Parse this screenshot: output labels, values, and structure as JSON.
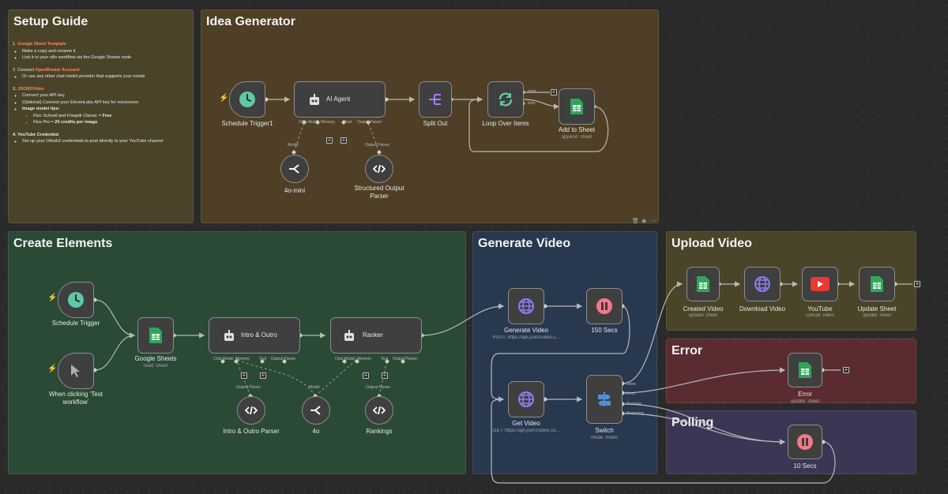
{
  "groups": {
    "setup_guide": {
      "title": "Setup Guide",
      "color": "#4a4329"
    },
    "idea_generator": {
      "title": "Idea Generator",
      "color": "#4e3f26"
    },
    "create_elements": {
      "title": "Create Elements",
      "color": "#2a4a35"
    },
    "generate_video": {
      "title": "Generate Video",
      "color": "#27384f"
    },
    "upload_video": {
      "title": "Upload Video",
      "color": "#4a4428"
    },
    "error": {
      "title": "Error",
      "color": "#5a2c30"
    },
    "polling": {
      "title": "Polling",
      "color": "#3a3654"
    }
  },
  "setup": {
    "s1_num": "1.",
    "s1_link": "Google Sheet Template",
    "s1_b1": "Make a copy and rename it",
    "s1_b2": "Link it to your n8n workflow via the Google Sheets node",
    "s2_prefix": "2. Connect",
    "s2_link": "OpenRouter Account",
    "s2_b1": "Or use any other chat model provider that supports your needs",
    "s3_num": "3.",
    "s3_link": "JSON2Video",
    "s3_b1": "Connect your API key",
    "s3_b2": "(Optional) Connect your ElevenLabs API key for voiceovers",
    "s3_b3": "Image model tips:",
    "s3_t1a": "Flux Schnell",
    "s3_t1b": " and ",
    "s3_t1c": "Freepik Classic",
    "s3_t1d": " = ",
    "s3_t1e": "Free",
    "s3_t2a": "Flux Pro",
    "s3_t2b": " = ",
    "s3_t2c": "20 credits per image",
    "s4": "4. YouTube Credential",
    "s4_b1": "Set up your OAuth2 credentials to post directly to your YouTube channel"
  },
  "nodes": {
    "schedule_trigger1": {
      "label": "Schedule Trigger1"
    },
    "ai_agent": {
      "label": "AI Agent",
      "port_chat": "Chat Model",
      "port_memory": "Memory",
      "port_tool": "Tool",
      "port_parser": "Output Parser"
    },
    "split_out": {
      "label": "Split Out"
    },
    "loop_over_items": {
      "label": "Loop Over Items",
      "out_done": "done",
      "out_loop": "loop"
    },
    "add_to_sheet": {
      "label": "Add to Sheet",
      "sub": "append: sheet"
    },
    "mini_model": {
      "label": "4o-mini",
      "port": "Model"
    },
    "structured_parser": {
      "label": "Structured Output Parser",
      "port": "Output Parser"
    },
    "schedule_trigger": {
      "label": "Schedule Trigger"
    },
    "manual_trigger": {
      "label": "When clicking ‘Test workflow’"
    },
    "google_sheets": {
      "label": "Google Sheets",
      "sub": "read: sheet"
    },
    "intro_outro": {
      "label": "Intro & Outro",
      "port_chat": "Chat Model",
      "port_memory": "Memory",
      "port_tool": "Tool",
      "port_parser": "Output Parser"
    },
    "ranker": {
      "label": "Ranker",
      "port_chat": "Chat Model",
      "port_memory": "Memory",
      "port_tool": "Tool",
      "port_parser": "Output Parser"
    },
    "intro_outro_parser": {
      "label": "Intro & Outro Parser",
      "port": "Output Parser"
    },
    "model_4o": {
      "label": "4o",
      "port": "Model"
    },
    "rankings": {
      "label": "Rankings",
      "port": "Output Parser"
    },
    "generate_video": {
      "label": "Generate Video",
      "sub": "POST: https://api.json2video.c..."
    },
    "wait_150": {
      "label": "150 Secs"
    },
    "get_video": {
      "label": "Get Video",
      "sub": "GET: https://api.json2video.co..."
    },
    "switch": {
      "label": "Switch",
      "sub": "mode: Rules",
      "out_done": "Done",
      "out_error": "Error",
      "out_running": "Running",
      "out_preparing": "Preparing"
    },
    "created_video": {
      "label": "Created Video",
      "sub": "update: sheet"
    },
    "download_video": {
      "label": "Download Video"
    },
    "youtube": {
      "label": "YouTube",
      "sub": "upload: video"
    },
    "update_sheet": {
      "label": "Update Sheet",
      "sub": "update: sheet"
    },
    "error_node": {
      "label": "Error",
      "sub": "update: sheet"
    },
    "wait_10": {
      "label": "10 Secs"
    }
  },
  "icons": {
    "clock": "clock-icon",
    "robot": "robot-icon",
    "split": "split-out-icon",
    "loop": "loop-icon",
    "sheet": "google-sheets-icon",
    "openrouter": "openrouter-icon",
    "code": "code-icon",
    "cursor": "cursor-icon",
    "globe": "globe-icon",
    "pause": "pause-icon",
    "switch": "switch-icon",
    "youtube": "youtube-icon"
  },
  "colors": {
    "wire": "#b8b8b8",
    "clock_bg": "#5ec9a4",
    "sheet_green": "#2fa65a",
    "globe_purple": "#8a7cf0",
    "pause_pink": "#f07a8a",
    "switch_blue": "#4f8fd8",
    "youtube_red": "#e83a33",
    "split_purple": "#a77cf0",
    "trigger_bolt": "#ef6a57"
  }
}
